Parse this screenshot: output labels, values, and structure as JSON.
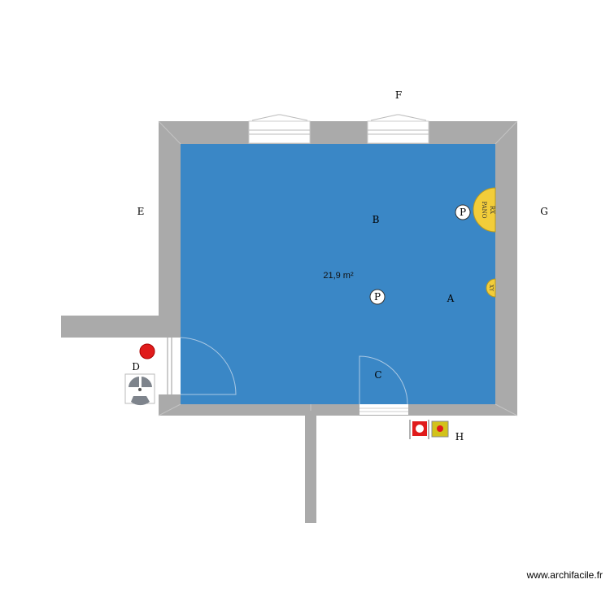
{
  "plan": {
    "area_label": "21,9 m²",
    "labels": {
      "A": "A",
      "B": "B",
      "C": "C",
      "D": "D",
      "E": "E",
      "F": "F",
      "G": "G",
      "H": "H"
    },
    "outlet_symbol": "P",
    "panel_text_1": "RX",
    "panel_text_2": "PANO",
    "panel_small_text": "XY",
    "watermark": "www.archifacile.fr"
  },
  "colors": {
    "floor": "#3a87c6",
    "wall": "#aaaaaa",
    "yellow": "#f2cd3a",
    "red": "#e01b1b"
  }
}
